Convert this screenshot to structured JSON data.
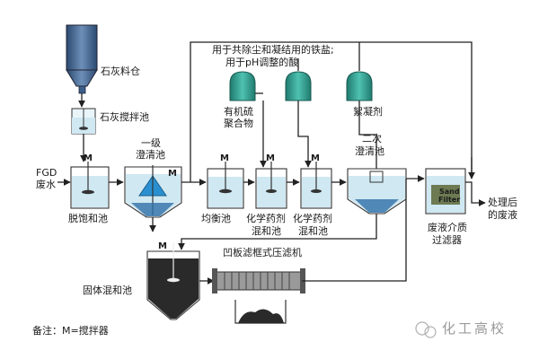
{
  "labels": {
    "lime_silo": "石灰料仓",
    "lime_mix_tank": "石灰搅拌池",
    "primary_clarifier_1": "一级",
    "primary_clarifier_2": "澄清池",
    "fgd_1": "FGD",
    "fgd_2": "废水",
    "desat_tank": "脱饱和池",
    "eq_tank": "均衡池",
    "chem_mix_1a": "化学药剂",
    "chem_mix_1b": "混和池",
    "chem_mix_2a": "化学药剂",
    "chem_mix_2b": "混和池",
    "organosulfide_1": "有机硫",
    "organosulfide_2": "聚合物",
    "flocculant": "絮凝剂",
    "secondary_clarifier_1": "二次",
    "secondary_clarifier_2": "澄清池",
    "media_filter_1": "废液介质",
    "media_filter_2": "过滤器",
    "media_filter_inner_1": "Sand",
    "media_filter_inner_2": "Filter",
    "treated_1": "处理后",
    "treated_2": "的废液",
    "iron_salt_1": "用于共除尘和凝结用的铁盐;",
    "iron_salt_2": "用于pH调整的酸",
    "solids_tank": "固体混和池",
    "filter_press": "凹板滤框式压滤机",
    "note": "备注：M=搅拌器",
    "mixer_mark": "M",
    "watermark": "化工高校"
  },
  "colors": {
    "water": "#cfe8f2",
    "water_dark": "#8cc3dc",
    "reagent_tank": "#2e9a8c",
    "silo": "#3a5f8a",
    "sludge": "#2a2a2a",
    "clarifier_blue": "#2a8fd0"
  }
}
